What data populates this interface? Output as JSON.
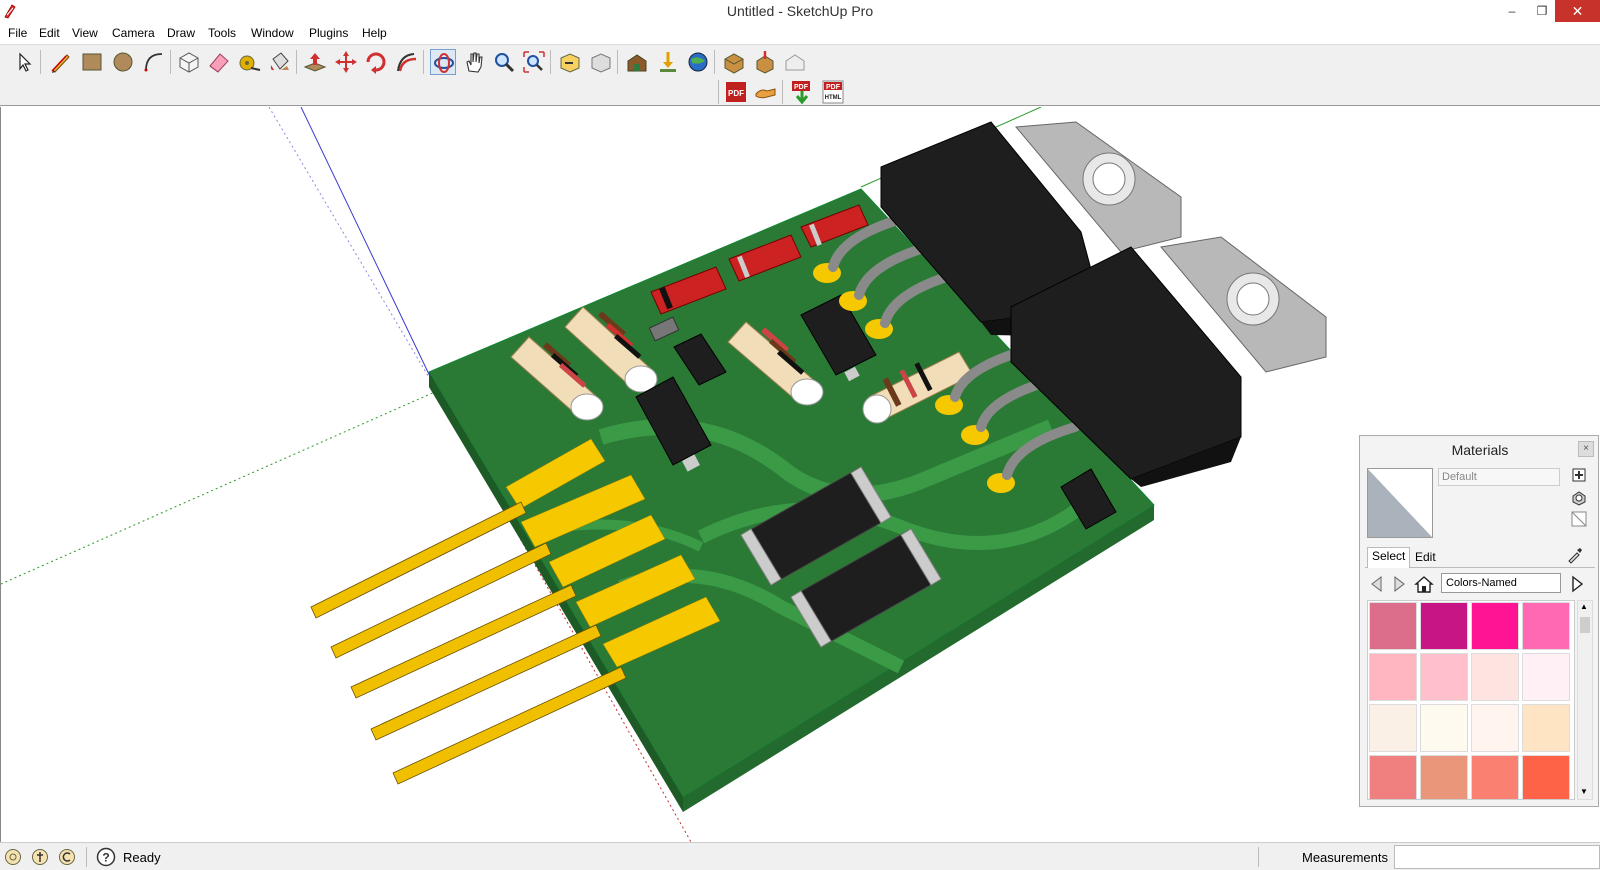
{
  "window": {
    "title": "Untitled - SketchUp Pro",
    "minimize_glyph": "–",
    "maximize_glyph": "❐",
    "close_glyph": "✕"
  },
  "menu": {
    "items": [
      "File",
      "Edit",
      "View",
      "Camera",
      "Draw",
      "Tools",
      "Window",
      "Plugins",
      "Help"
    ]
  },
  "toolbar": {
    "row1": [
      "select-icon",
      "pencil-icon",
      "rectangle-icon",
      "circle-icon",
      "arc-icon",
      "make-component-icon",
      "eraser-icon",
      "tape-measure-icon",
      "paint-bucket-icon",
      "push-pull-icon",
      "move-icon",
      "rotate-icon",
      "follow-me-icon",
      "orbit-icon",
      "pan-icon",
      "zoom-icon",
      "zoom-extents-icon",
      "previous-view-icon",
      "next-view-icon",
      "warehouse-icon",
      "place-model-icon",
      "share-model-icon",
      "extension-icon",
      "component-icon",
      "export-icon"
    ],
    "row2": [
      "pdf-export-icon",
      "hand-tool-icon",
      "pdf-import-icon",
      "pdf-html-icon"
    ]
  },
  "materials": {
    "title": "Materials",
    "close_glyph": "×",
    "current_name": "Default",
    "tabs": [
      "Select",
      "Edit"
    ],
    "library": "Colors-Named",
    "swatches": [
      "#dc6e8c",
      "#c71585",
      "#ff1493",
      "#ff69b4",
      "#ffb6c1",
      "#ffc0cb",
      "#fde4e1",
      "#fff0f5",
      "#faf0e6",
      "#fffaf0",
      "#fff5ee",
      "#ffe4c4",
      "#f08080",
      "#e9967a",
      "#fa8072",
      "#ff6347"
    ]
  },
  "status": {
    "text": "Ready",
    "measurements_label": "Measurements"
  },
  "colors": {
    "pcb": "#2d7a3a",
    "pad": "#f5c800",
    "chip": "#1e1e1e"
  }
}
